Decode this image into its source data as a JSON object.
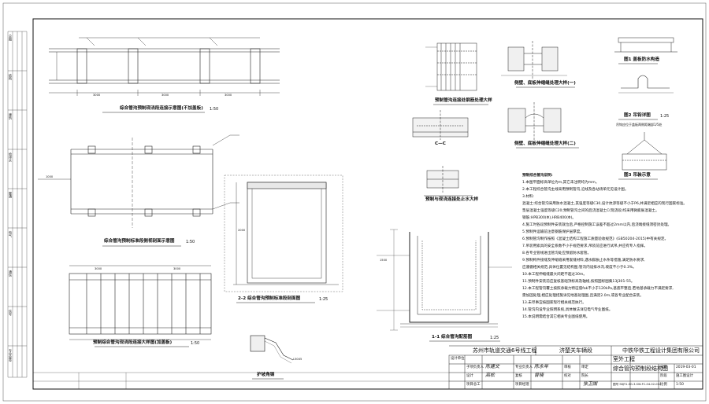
{
  "drawing": {
    "plan_title": "综合管沟预制现浇段连接示意图(不加盖板)",
    "plan_scale": "1:50",
    "elevation_title": "综合管沟预制标准段侧视剖面示意图",
    "elevation_scale": "1:50",
    "detail_a_title": "预制管沟连接处钢筋处理大样",
    "detail_b_title": "侧壁、底板伸缩缝处理大样(一)",
    "detail_c_title": "侧壁、底板伸缩缝处理大样(二)",
    "section_cc": "C—C",
    "detail_d_title": "预制与现浇连接处止水大样",
    "fig1_title": "图1 盖板防水构造",
    "fig2_title": "图2 吊钩详图",
    "fig2_scale": "1:25",
    "fig2_note": "吊钩应位于盖板两侧距端部1/5处",
    "fig3_title": "图3 吊装示意",
    "sec22_title": "2-2 综合管沟预制标准段剖面图",
    "sec22_scale": "1:25",
    "sec11_title": "1-1 综合管沟配筋图",
    "sec11_scale": "1:25",
    "bottom_plan_title": "预制综合管沟现浇段连接大样图(加盖板)",
    "bottom_plan_scale": "1:50",
    "guard_title": "护坡角钢",
    "dims": [
      "3000",
      "3000",
      "3000",
      "3000",
      "3000",
      "1000",
      "2000",
      "1500",
      "L50X5"
    ]
  },
  "notes": {
    "heading": "预制综合管沟说明:",
    "lines": [
      "1.本图平面标高单位为m,其它未注明均为mm。",
      "2.本工程综合管沟主线采用预制管沟,沿线及各站场单元见设计图。",
      "3.材料:",
      "混凝土:综合管沟采用防水混凝土,其强度等级C30,设计抗渗等级不小于P6,并满足相应的现行国家标准。",
      "垫层混凝土强度等级C20;预制管沟之间的后浇混凝土C(现浇段)均采用微膨胀混凝土。",
      "钢筋:HPB300(Φ),HRB400(Φ)。",
      "4.施工时各段预制件安装就位后,严格控制施工误差不超过2mm以内,后浇端接缝须密封处理。",
      "5.预制件运输前注意钢筋保护层厚度。",
      "6.预制管沟制作按照《混凝土结构工程施工质量验收规范》(GB50204-2015)中有关规定。",
      "7.吊装用索具的安全系数不小于规范要求,吊装前应进行试吊,并应有专人指挥。",
      "8.各专业管线进出管沟处应预留防水套管。",
      "9.预制构件接缝及伸缩缝采用嵌缝材料,遇水膨胀止水条等措施,满足防水要求,",
      "应遵循相关规范,具体位置见结构图;管沟内设排水沟,坡度不小于0.3%。",
      "10.本工程伸缩缝最大间距不超过30m。",
      "11.预制件安装前应复核基础顶标高及轴线,按照国标图集13J301-55。",
      "12.本工程管沟覆土按照承载力特征值fak不小于120kPa,基底平整后,若地基承载力不满足要求,",
      "需加固处理,相应处理措施详见地基处理图,且满足2.0m,或各专业配合安装。",
      "13.未尽事宜按国家现行相关规范执行。",
      "14.管沟内设专业照明系统,具体做法详见电气专业图纸。",
      "15.本说明需结合其它相关专业图纸使用。"
    ]
  },
  "titleblock": {
    "project_name": "苏州市轨道交通6号线工程",
    "project_section": "济楚关车辆段",
    "company": "中铁华铁工程设计集团有限公司",
    "sub_project": "室外工程",
    "drawing_name": "综合管沟预制段结构图",
    "date": "2019-03-01",
    "stage": "施工图设计",
    "drawing_no": "图号 S6JY1-SG-3-SW-FC-04-02-002",
    "scale": "1:50",
    "rows": [
      [
        "子项负责人",
        "专业负责人",
        "审核",
        "审定"
      ],
      [
        "设计",
        "复核",
        "校对",
        "院长"
      ]
    ],
    "labels": {
      "design_unit": "设计单位",
      "date_label": "日期",
      "stage_label": "阶段",
      "scale_label": "比例",
      "approval": "项目总工",
      "manager": "项目经理"
    },
    "left_column": [
      "总图",
      "结构",
      "建筑",
      "给排水",
      "暖通",
      "电气",
      "通信",
      "信号",
      "专业会签"
    ],
    "signatures": [
      "陈建文",
      "高松",
      "陈永年",
      "曾晓",
      "张卫国"
    ]
  }
}
